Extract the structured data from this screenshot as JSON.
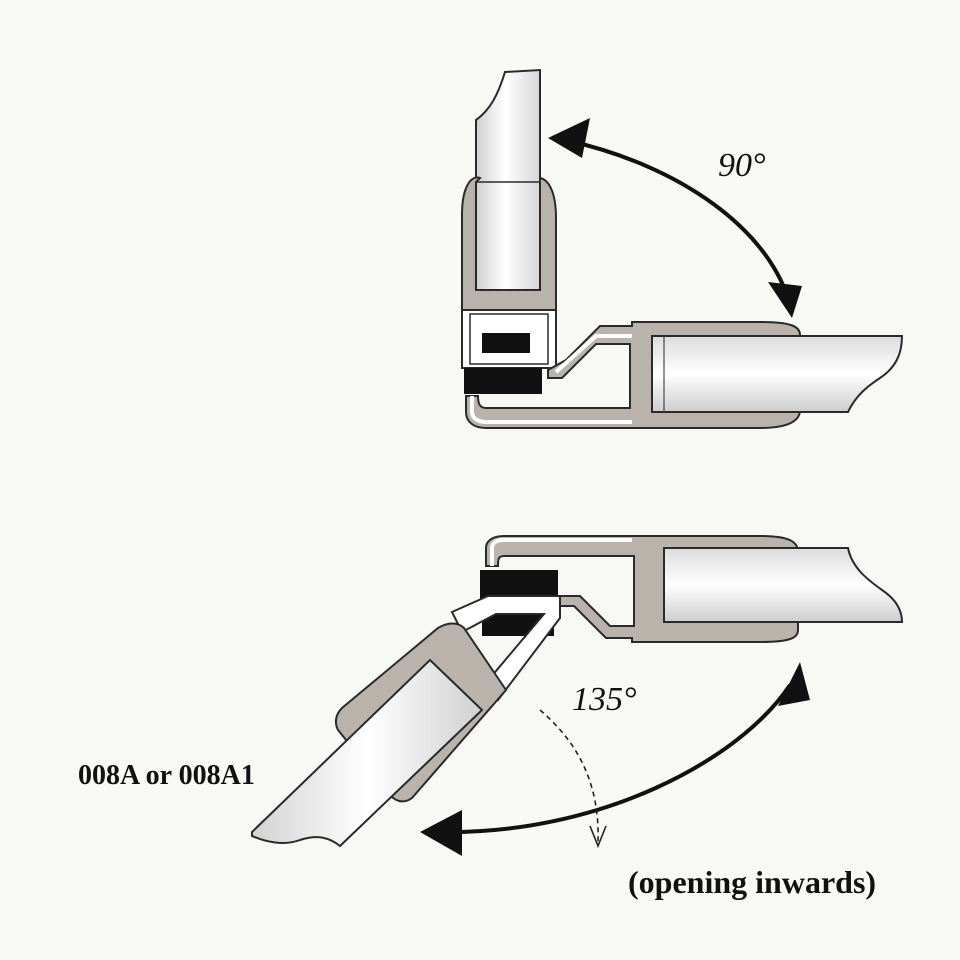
{
  "labels": {
    "angle_top": "90°",
    "angle_bottom": "135°",
    "model": "008A or 008A1",
    "note": "(opening inwards)"
  },
  "colors": {
    "background": "#f8f8f5",
    "seal_profile": "#b9b3ab",
    "magnet": "#111111",
    "outline": "#2a2a2a",
    "glass_light": "#ffffff",
    "glass_shade": "#cfcfcf"
  }
}
